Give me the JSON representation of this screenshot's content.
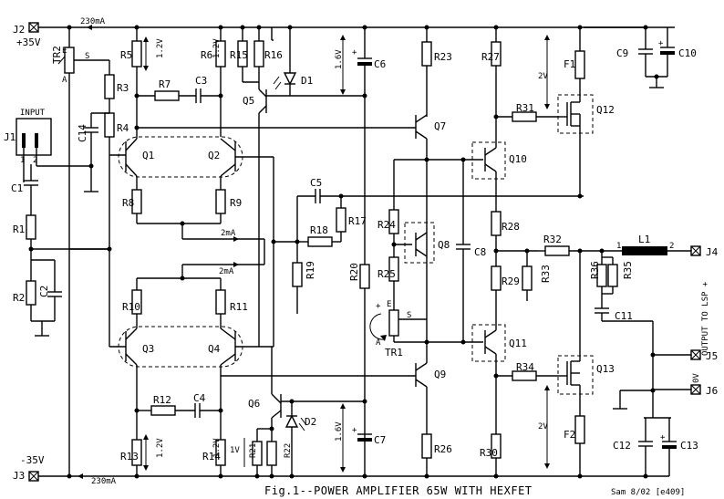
{
  "title": "Fig.1--POWER AMPLIFIER 65W WITH HEXFET",
  "signature": "Sam 8/02 [e409]",
  "rails": {
    "top_label": "J2",
    "top_voltage": "+35V",
    "top_current": "230mA",
    "bottom_label": "J3",
    "bottom_voltage": "-35V",
    "bottom_current": "230mA"
  },
  "input": {
    "jack": "J1",
    "label": "INPUT",
    "pin1": "1",
    "pin2": "2"
  },
  "outputs": {
    "j4": "J4",
    "j5": "J5",
    "j6": "J6",
    "lsp_label": "OUTPUT TO LSP +",
    "zero_v": "0V"
  },
  "annotations": {
    "i_tail_top": "2mA",
    "i_tail_bot": "2mA",
    "v_r5": "1.2V",
    "v_r6": "1.2V",
    "v_r13": "1.2V",
    "v_r14": "1.2V",
    "v_d1": "1.6V",
    "v_d2": "1.6V",
    "v_r21": "1V",
    "v_f1": "2V",
    "v_f2": "2V",
    "l1_pin1": "1",
    "l1_pin2": "2",
    "tr_s": "S",
    "tr_a": "A",
    "tr_e": "E",
    "plus": "+"
  },
  "components": {
    "TR2": "TR2",
    "R3": "R3",
    "R4": "R4",
    "R5": "R5",
    "R6": "R6",
    "R7": "R7",
    "C3": "C3",
    "R15": "R15",
    "R16": "R16",
    "D1": "D1",
    "C6": "C6",
    "Q5": "Q5",
    "R23": "R23",
    "R27": "R27",
    "F1": "F1",
    "C9": "C9",
    "C10": "C10",
    "C14": "C14",
    "Q1": "Q1",
    "Q2": "Q2",
    "Q7": "Q7",
    "R31": "R31",
    "Q12": "Q12",
    "C1": "C1",
    "R8": "R8",
    "R9": "R9",
    "C5": "C5",
    "R17": "R17",
    "Q10": "Q10",
    "R1": "R1",
    "R18": "R18",
    "R24": "R24",
    "Q8": "Q8",
    "C8": "C8",
    "R28": "R28",
    "R32": "R32",
    "L1": "L1",
    "R19": "R19",
    "R20": "R20",
    "R25": "R25",
    "R29": "R29",
    "R33": "R33",
    "R36": "R36",
    "R35": "R35",
    "R2": "R2",
    "C2": "C2",
    "R10": "R10",
    "R11": "R11",
    "C11": "C11",
    "TR1": "TR1",
    "Q3": "Q3",
    "Q4": "Q4",
    "Q11": "Q11",
    "Q9": "Q9",
    "R34": "R34",
    "Q13": "Q13",
    "R12": "R12",
    "C4": "C4",
    "Q6": "Q6",
    "D2": "D2",
    "R13": "R13",
    "R14": "R14",
    "R21": "R21",
    "R22": "R22",
    "C7": "C7",
    "R26": "R26",
    "R30": "R30",
    "F2": "F2",
    "C12": "C12",
    "C13": "C13"
  }
}
